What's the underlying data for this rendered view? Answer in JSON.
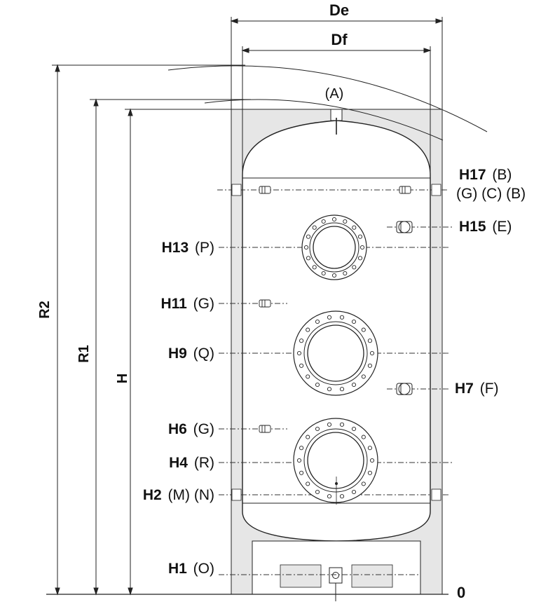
{
  "dimensions": {
    "De": "De",
    "Df": "Df",
    "R2": "R2",
    "R1": "R1",
    "H": "H",
    "zero": "0"
  },
  "top_connection": "(A)",
  "levels": {
    "h17": {
      "code": "H17",
      "conn": "(B)"
    },
    "h17_extra": "(G) (C) (B)",
    "h15": {
      "code": "H15",
      "conn": "(E)"
    },
    "h13": {
      "code": "H13",
      "conn": "(P)"
    },
    "h11": {
      "code": "H11",
      "conn": "(G)"
    },
    "h9": {
      "code": "H9",
      "conn": "(Q)"
    },
    "h7": {
      "code": "H7",
      "conn": "(F)"
    },
    "h6": {
      "code": "H6",
      "conn": "(G)"
    },
    "h4": {
      "code": "H4",
      "conn": "(R)"
    },
    "h2": {
      "code": "H2",
      "conn": "(M) (N)"
    },
    "h1": {
      "code": "H1",
      "conn": "(O)"
    }
  },
  "colors": {
    "insulation": "#e6e6e6",
    "line": "#222222",
    "tank": "#ffffff"
  }
}
